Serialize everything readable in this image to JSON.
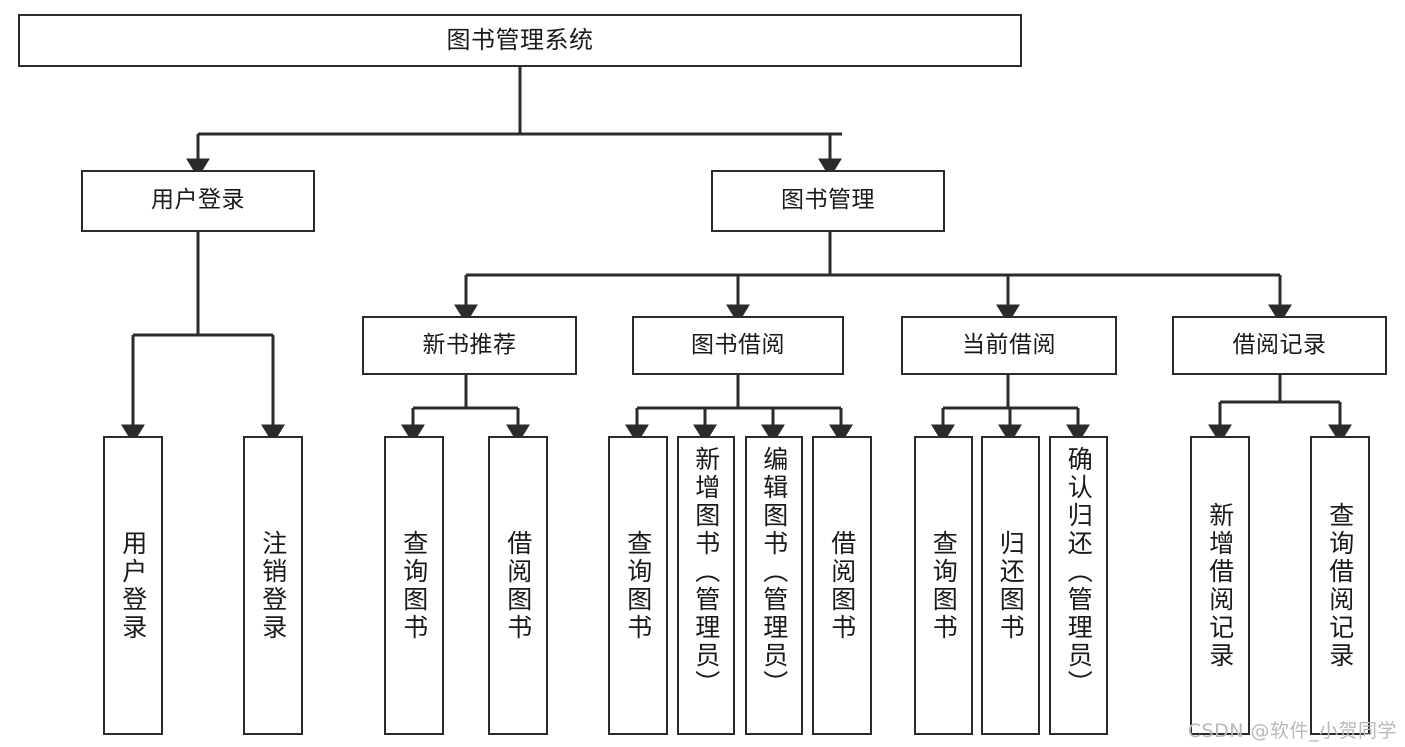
{
  "diagram": {
    "type": "tree-hierarchy-flowchart",
    "title": "图书管理系统",
    "stroke_color": "#2b2b2b",
    "fill_color": "#ffffff",
    "text_color": "#1a1a1a",
    "levels": [
      {
        "level": 1,
        "nodes": [
          {
            "id": "root",
            "label": "图书管理系统",
            "orientation": "horizontal"
          }
        ]
      },
      {
        "level": 2,
        "nodes": [
          {
            "id": "user-login",
            "label": "用户登录",
            "orientation": "horizontal",
            "parent": "root"
          },
          {
            "id": "book-manage",
            "label": "图书管理",
            "orientation": "horizontal",
            "parent": "root"
          }
        ]
      },
      {
        "level": 3,
        "nodes": [
          {
            "id": "new-book-recommend",
            "label": "新书推荐",
            "orientation": "horizontal",
            "parent": "book-manage"
          },
          {
            "id": "book-borrow",
            "label": "图书借阅",
            "orientation": "horizontal",
            "parent": "book-manage"
          },
          {
            "id": "current-borrow",
            "label": "当前借阅",
            "orientation": "horizontal",
            "parent": "book-manage"
          },
          {
            "id": "borrow-record",
            "label": "借阅记录",
            "orientation": "horizontal",
            "parent": "book-manage"
          }
        ]
      },
      {
        "level": 4,
        "nodes": [
          {
            "id": "leaf-user-login",
            "label": "用户登录",
            "orientation": "vertical",
            "parent": "user-login"
          },
          {
            "id": "leaf-user-logout",
            "label": "注销登录",
            "orientation": "vertical",
            "parent": "user-login"
          },
          {
            "id": "leaf-query-book-1",
            "label": "查询图书",
            "orientation": "vertical",
            "parent": "new-book-recommend"
          },
          {
            "id": "leaf-borrow-book-1",
            "label": "借阅图书",
            "orientation": "vertical",
            "parent": "new-book-recommend"
          },
          {
            "id": "leaf-query-book-2",
            "label": "查询图书",
            "orientation": "vertical",
            "parent": "book-borrow"
          },
          {
            "id": "leaf-add-book",
            "label": "新增图书（管理员）",
            "orientation": "vertical",
            "parent": "book-borrow"
          },
          {
            "id": "leaf-edit-book",
            "label": "编辑图书（管理员）",
            "orientation": "vertical",
            "parent": "book-borrow"
          },
          {
            "id": "leaf-borrow-book-2",
            "label": "借阅图书",
            "orientation": "vertical",
            "parent": "book-borrow"
          },
          {
            "id": "leaf-query-book-3",
            "label": "查询图书",
            "orientation": "vertical",
            "parent": "current-borrow"
          },
          {
            "id": "leaf-return-book",
            "label": "归还图书",
            "orientation": "vertical",
            "parent": "current-borrow"
          },
          {
            "id": "leaf-confirm-return",
            "label": "确认归还（管理员）",
            "orientation": "vertical",
            "parent": "current-borrow"
          },
          {
            "id": "leaf-add-record",
            "label": "新增借阅记录",
            "orientation": "vertical",
            "parent": "borrow-record"
          },
          {
            "id": "leaf-query-record",
            "label": "查询借阅记录",
            "orientation": "vertical",
            "parent": "borrow-record"
          }
        ]
      }
    ]
  },
  "watermark": {
    "text": "CSDN @软件_小贺同学",
    "color": "#b9b9b9"
  }
}
